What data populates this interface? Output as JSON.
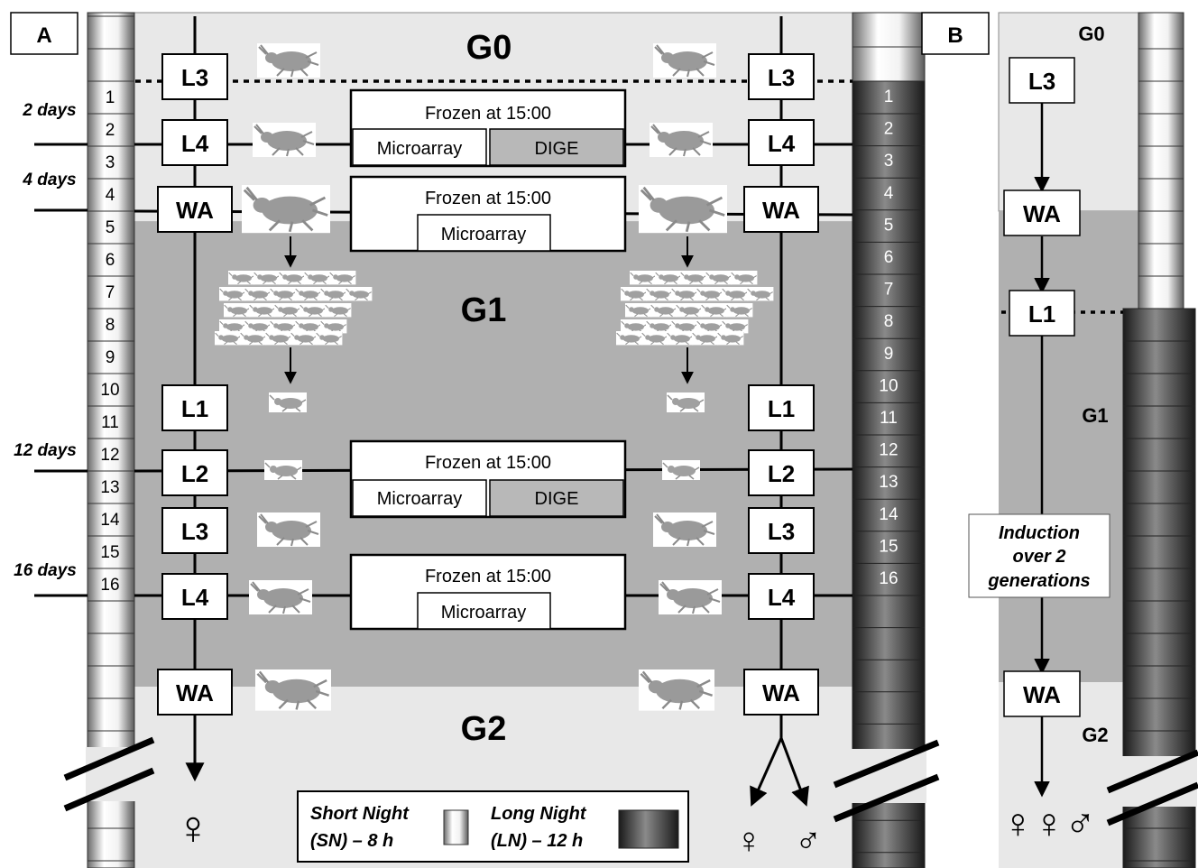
{
  "panel_a": {
    "label": "A",
    "gen_top": "G0",
    "gen_mid": "G1",
    "gen_bottom": "G2",
    "day_labels": [
      "2 days",
      "4 days",
      "12 days",
      "16 days"
    ],
    "left_numbers": [
      "1",
      "2",
      "3",
      "4",
      "5",
      "6",
      "7",
      "8",
      "9",
      "10",
      "11",
      "12",
      "13",
      "14",
      "15",
      "16"
    ],
    "right_numbers": [
      "1",
      "2",
      "3",
      "4",
      "5",
      "6",
      "7",
      "8",
      "9",
      "10",
      "11",
      "12",
      "13",
      "14",
      "15",
      "16"
    ],
    "stages_left": [
      "L3",
      "L4",
      "WA",
      "L1",
      "L2",
      "L3",
      "L4",
      "WA"
    ],
    "stages_right": [
      "L3",
      "L4",
      "WA",
      "L1",
      "L2",
      "L3",
      "L4",
      "WA"
    ],
    "frozen_text": "Frozen at 15:00",
    "microarray_text": "Microarray",
    "dige_text": "DIGE",
    "female_symbol": "♀",
    "male_symbol": "♂",
    "legend": {
      "short_line1": "Short Night",
      "short_line2": "(SN) – 8 h",
      "long_line1": "Long Night",
      "long_line2": "(LN) – 12 h"
    }
  },
  "panel_b": {
    "label": "B",
    "gen_top": "G0",
    "gen_mid": "G1",
    "gen_bottom": "G2",
    "stages": [
      "L3",
      "WA",
      "L1",
      "WA"
    ],
    "induction_line1": "Induction",
    "induction_line2": "over 2",
    "induction_line3": "generations",
    "symbols": "♀♀♂"
  },
  "colors": {
    "background_light": "#e8e8e8",
    "g1_gray": "#b0b0b0",
    "dark_column": "#3a3a3a",
    "light_column": "#d0d0d0"
  }
}
